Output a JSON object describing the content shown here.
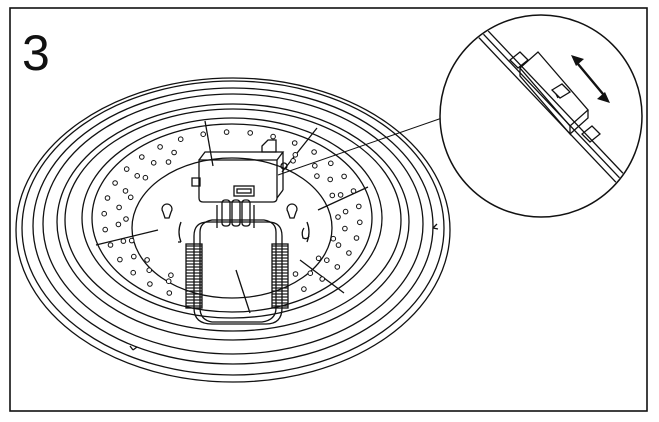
{
  "step": {
    "number": "3"
  },
  "illustration": {
    "subject": "ceiling-light-base",
    "detail_callout": "wire-connector-slide",
    "arrow": "double-headed-arrow"
  },
  "colors": {
    "line": "#111111",
    "background": "#ffffff"
  }
}
